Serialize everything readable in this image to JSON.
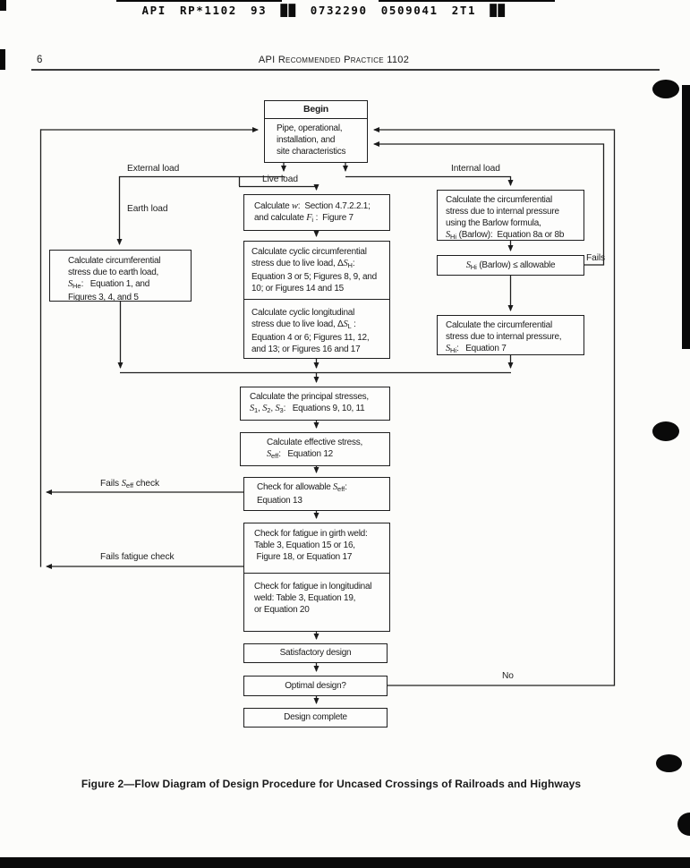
{
  "colors": {
    "ink": "#1b1b1b",
    "paper": "#fcfcfa"
  },
  "scan": {
    "ocr_line": "API RP*1102 93 ██ 0732290 0509041 2T1 ██"
  },
  "header": {
    "page_number": "6",
    "running_title": "API Recommended Practice 1102"
  },
  "flowchart": {
    "nodes": {
      "begin": {
        "title": "Begin",
        "lines": [
          [
            {
              "t": "Pipe, operational,"
            }
          ],
          [
            {
              "t": "installation, and"
            }
          ],
          [
            {
              "t": "site characteristics"
            }
          ]
        ]
      },
      "earth_calc": {
        "lines": [
          [
            {
              "t": "Calculate circumferential"
            }
          ],
          [
            {
              "t": "stress due to earth load,"
            }
          ],
          [
            {
              "t": "S",
              "i": true
            },
            {
              "t": "He",
              "s": true
            },
            {
              "t": ":   Equation 1, and"
            }
          ],
          [
            {
              "t": "Figures 3, 4, and 5"
            }
          ]
        ]
      },
      "calc_w": {
        "lines": [
          [
            {
              "t": "Calculate "
            },
            {
              "t": "w",
              "i": true
            },
            {
              "t": ":  Section 4.7.2.2.1;"
            }
          ],
          [
            {
              "t": "and calculate "
            },
            {
              "t": "F",
              "i": true
            },
            {
              "t": "i",
              "s": true
            },
            {
              "t": " :  Figure 7"
            }
          ]
        ]
      },
      "cyclic_circ": {
        "lines": [
          [
            {
              "t": "Calculate cyclic circumferential"
            }
          ],
          [
            {
              "t": "stress due to live load, Δ"
            },
            {
              "t": "S",
              "i": true
            },
            {
              "t": "H",
              "s": true
            },
            {
              "t": ":"
            }
          ],
          [
            {
              "t": "Equation 3 or 5; Figures 8, 9, and"
            }
          ],
          [
            {
              "t": "10; or Figures 14 and 15"
            }
          ]
        ]
      },
      "cyclic_long": {
        "lines": [
          [
            {
              "t": "Calculate cyclic longitudinal"
            }
          ],
          [
            {
              "t": "stress due to live load, Δ"
            },
            {
              "t": "S",
              "i": true
            },
            {
              "t": "L",
              "s": true
            },
            {
              "t": " :"
            }
          ],
          [
            {
              "t": "Equation 4 or 6; Figures 11, 12,"
            }
          ],
          [
            {
              "t": "and 13; or Figures 16 and 17"
            }
          ]
        ]
      },
      "barlow_calc": {
        "lines": [
          [
            {
              "t": "Calculate the circumferential"
            }
          ],
          [
            {
              "t": "stress due to internal pressure"
            }
          ],
          [
            {
              "t": "using the Barlow formula,"
            }
          ],
          [
            {
              "t": "S",
              "i": true
            },
            {
              "t": "Hi",
              "s": true
            },
            {
              "t": " (Barlow):  Equation 8a or 8b"
            }
          ]
        ]
      },
      "barlow_check": {
        "segments": [
          {
            "t": "S",
            "i": true
          },
          {
            "t": "Hi",
            "s": true
          },
          {
            "t": " (Barlow)  ≤  allowable"
          }
        ]
      },
      "shi_eq7": {
        "lines": [
          [
            {
              "t": "Calculate the circumferential"
            }
          ],
          [
            {
              "t": "stress due to internal pressure,"
            }
          ],
          [
            {
              "t": "S",
              "i": true
            },
            {
              "t": "Hi",
              "s": true
            },
            {
              "t": ":   Equation 7"
            }
          ]
        ]
      },
      "principal": {
        "lines": [
          [
            {
              "t": "Calculate the principal stresses,"
            }
          ],
          [
            {
              "t": "S",
              "i": true
            },
            {
              "t": "1",
              "s": true
            },
            {
              "t": ", "
            },
            {
              "t": "S",
              "i": true
            },
            {
              "t": "2",
              "s": true
            },
            {
              "t": ", "
            },
            {
              "t": "S",
              "i": true
            },
            {
              "t": "3",
              "s": true
            },
            {
              "t": ":   Equations 9, 10, 11"
            }
          ]
        ]
      },
      "effective": {
        "lines": [
          [
            {
              "t": "Calculate effective stress,"
            }
          ],
          [
            {
              "t": "S",
              "i": true
            },
            {
              "t": "eff",
              "s": true
            },
            {
              "t": ":   Equation 12"
            }
          ]
        ]
      },
      "check_seff": {
        "lines": [
          [
            {
              "t": "Check for allowable "
            },
            {
              "t": "S",
              "i": true
            },
            {
              "t": "eff",
              "s": true
            },
            {
              "t": ":"
            }
          ],
          [
            {
              "t": "Equation 13"
            }
          ]
        ]
      },
      "girth_weld": {
        "lines": [
          [
            {
              "t": "Check for fatigue in girth weld:"
            }
          ],
          [
            {
              "t": "Table 3, Equation 15 or 16,"
            }
          ],
          [
            {
              "t": " Figure 18, or Equation 17"
            }
          ]
        ]
      },
      "long_weld": {
        "lines": [
          [
            {
              "t": "Check for fatigue in longitudinal"
            }
          ],
          [
            {
              "t": "weld: Table 3, Equation 19,"
            }
          ],
          [
            {
              "t": "or Equation 20"
            }
          ]
        ]
      },
      "satisfactory": {
        "label": "Satisfactory design"
      },
      "optimal": {
        "label": "Optimal design?"
      },
      "complete": {
        "label": "Design complete"
      }
    },
    "edge_labels": {
      "external": "External load",
      "internal": "Internal load",
      "live": "Live load",
      "earth": "Earth load",
      "fails": "Fails",
      "fails_seff": [
        {
          "t": "Fails "
        },
        {
          "t": "S",
          "i": true
        },
        {
          "t": "eff",
          "s": true
        },
        {
          "t": " check"
        }
      ],
      "fails_fatigue": "Fails fatigue check",
      "no": "No"
    }
  },
  "caption": "Figure 2—Flow Diagram of Design Procedure for Uncased Crossings of Railroads and Highways"
}
